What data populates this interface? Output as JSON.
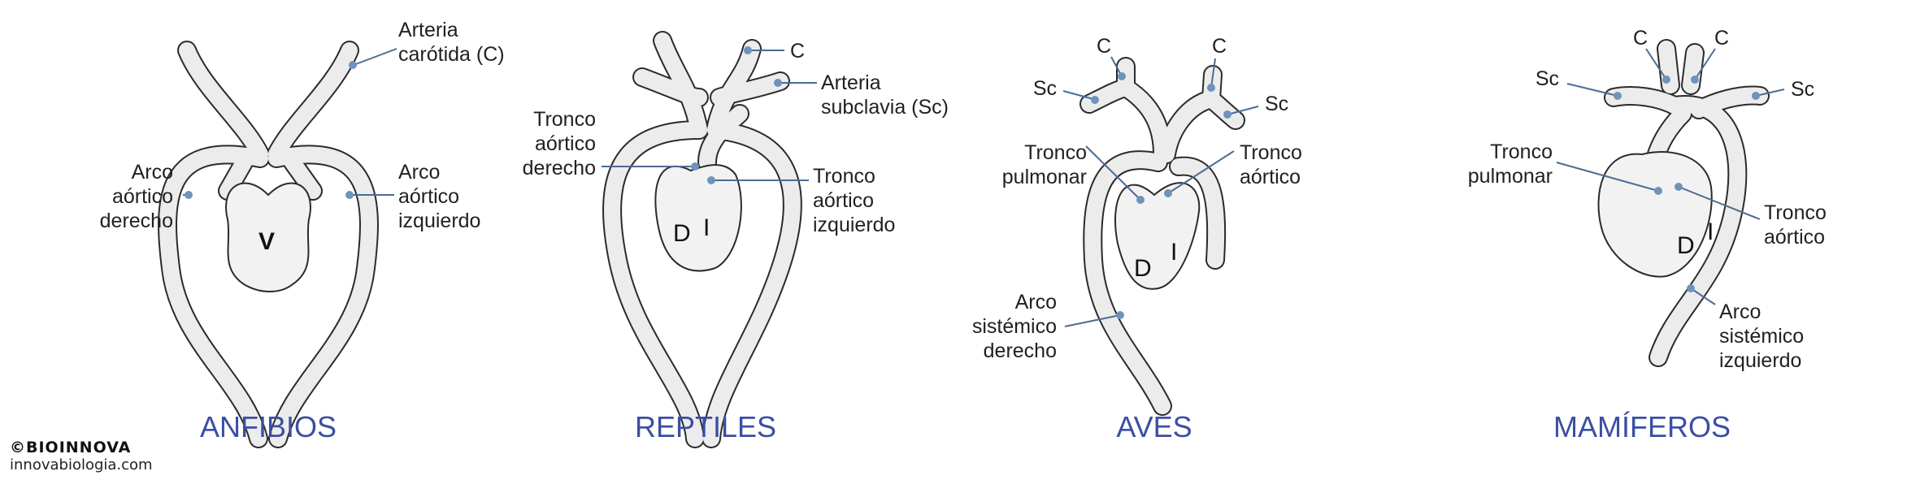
{
  "footer": {
    "brand": "©BIOINNOVA",
    "site": "innovabiologia.com"
  },
  "colors": {
    "title": "#3a4fa3",
    "pointer": "#6f93bb"
  },
  "anfibios": {
    "title": "ANFIBIOS",
    "ventricle": "V",
    "carotida": [
      "Arteria",
      "carótida (C)"
    ],
    "arco_der": [
      "Arco",
      "aórtico",
      "derecho"
    ],
    "arco_izq": [
      "Arco",
      "aórtico",
      "izquierdo"
    ]
  },
  "reptiles": {
    "title": "REPTILES",
    "d": "D",
    "i": "I",
    "c": "C",
    "subclavia": [
      "Arteria",
      "subclavia (Sc)"
    ],
    "tronco_der": [
      "Tronco",
      "aórtico",
      "derecho"
    ],
    "tronco_izq": [
      "Tronco",
      "aórtico",
      "izquierdo"
    ]
  },
  "aves": {
    "title": "AVES",
    "d": "D",
    "i": "I",
    "c1": "C",
    "c2": "C",
    "sc1": "Sc",
    "sc2": "Sc",
    "pulmonar": [
      "Tronco",
      "pulmonar"
    ],
    "aortico": [
      "Tronco",
      "aórtico"
    ],
    "arco": [
      "Arco",
      "sistémico",
      "derecho"
    ]
  },
  "mamiferos": {
    "title": "MAMÍFEROS",
    "d": "D",
    "i": "I",
    "c1": "C",
    "c2": "C",
    "sc1": "Sc",
    "sc2": "Sc",
    "pulmonar": [
      "Tronco",
      "pulmonar"
    ],
    "aortico": [
      "Tronco",
      "aórtico"
    ],
    "arco": [
      "Arco",
      "sistémico",
      "izquierdo"
    ]
  }
}
